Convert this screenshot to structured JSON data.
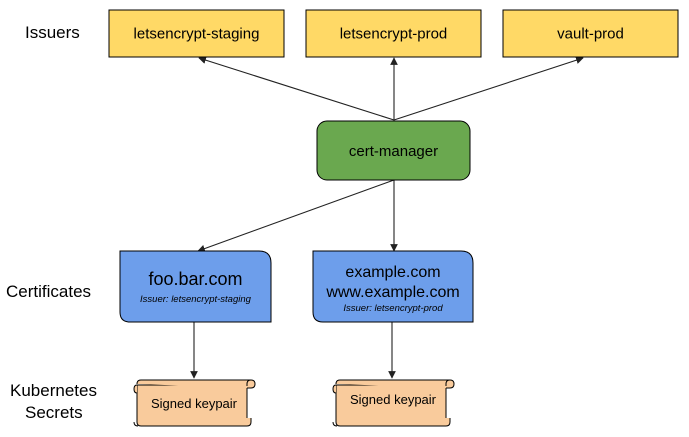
{
  "row_labels": {
    "issuers": "Issuers",
    "certificates": "Certificates",
    "secrets_line1": "Kubernetes",
    "secrets_line2": "Secrets"
  },
  "issuers": [
    {
      "label": "letsencrypt-staging"
    },
    {
      "label": "letsencrypt-prod"
    },
    {
      "label": "vault-prod"
    }
  ],
  "controller": {
    "label": "cert-manager"
  },
  "certificates": [
    {
      "domains": [
        "foo.bar.com"
      ],
      "issuer": "Issuer: letsencrypt-staging"
    },
    {
      "domains": [
        "example.com",
        "www.example.com"
      ],
      "issuer": "Issuer: letsencrypt-prod"
    }
  ],
  "secrets": [
    {
      "label": "Signed keypair"
    },
    {
      "label": "Signed keypair"
    }
  ],
  "colors": {
    "issuer_fill": "#ffd966",
    "controller_fill": "#6aa84f",
    "certificate_fill": "#6d9eeb",
    "secret_fill": "#f9cb9c",
    "stroke": "#000000"
  }
}
